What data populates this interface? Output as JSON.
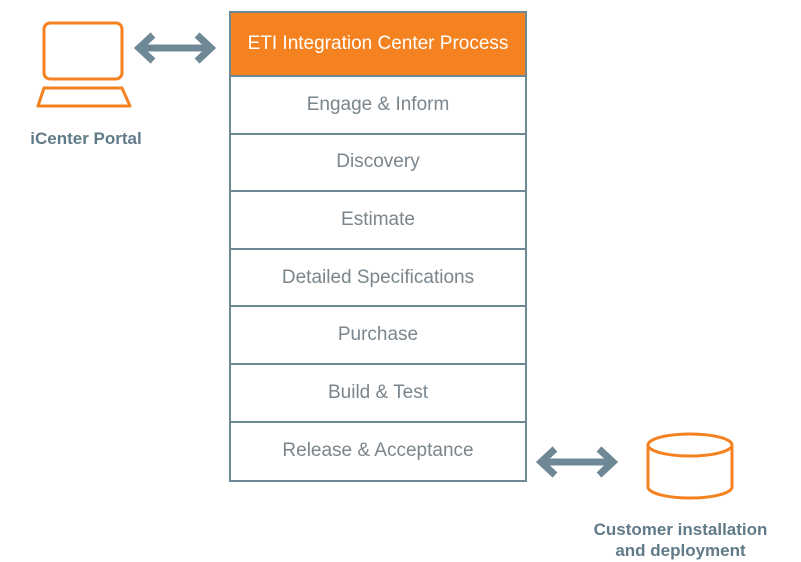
{
  "process": {
    "title": "ETI Integration Center Process",
    "steps": [
      "Engage & Inform",
      "Discovery",
      "Estimate",
      "Detailed Specifications",
      "Purchase",
      "Build & Test",
      "Release & Acceptance"
    ]
  },
  "left_node": {
    "label": "iCenter Portal",
    "icon": "laptop-icon"
  },
  "right_node": {
    "label_line1": "Customer installation",
    "label_line2": "and deployment",
    "icon": "database-icon"
  },
  "colors": {
    "accent": "#f58220",
    "border": "#6f8896",
    "arrow": "#6f8896",
    "step_text": "#7a858c",
    "caption": "#607a88"
  }
}
